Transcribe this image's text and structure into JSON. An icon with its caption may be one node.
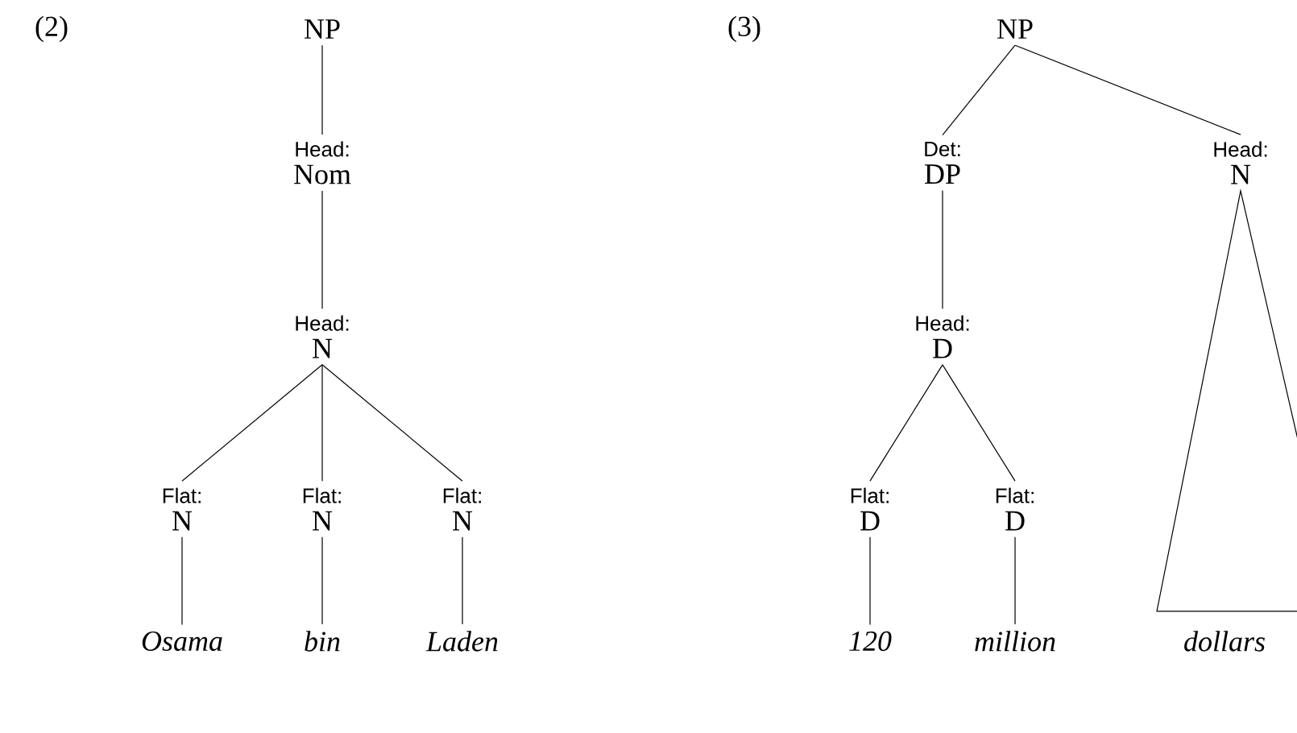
{
  "diagram": {
    "nodes": [
      {
        "text": [
          "NP"
        ]
      },
      {
        "text": [
          "Head:",
          "Nom"
        ]
      },
      {
        "text": [
          "Head:",
          "N"
        ]
      },
      {
        "text": [
          "Flat:",
          "N"
        ]
      },
      {
        "text": [
          "Flat:",
          "N"
        ]
      },
      {
        "text": [
          "Flat:",
          "N"
        ]
      },
      {
        "text": [
          "Osama"
        ]
      },
      {
        "text": [
          "bin"
        ]
      },
      {
        "text": [
          "Laden"
        ]
      },
      {
        "text": [
          "NP"
        ]
      },
      {
        "text": [
          "Det:",
          "DP"
        ]
      },
      {
        "text": [
          "Head:",
          "N"
        ]
      },
      {
        "text": [
          "Head:",
          "D"
        ]
      },
      {
        "text": [
          "Flat:",
          "D"
        ]
      },
      {
        "text": [
          "Flat:",
          "D"
        ]
      },
      {
        "text": [
          "120"
        ]
      },
      {
        "text": [
          "million"
        ]
      },
      {
        "text": [
          "dollars"
        ]
      }
    ],
    "edges": [
      {
        "from": 0,
        "to": 1,
        "arrow": "none"
      },
      {
        "from": 1,
        "to": 2,
        "arrow": "none"
      },
      {
        "from": 2,
        "to": 3,
        "arrow": "none"
      },
      {
        "from": 2,
        "to": 4,
        "arrow": "none"
      },
      {
        "from": 2,
        "to": 5,
        "arrow": "none"
      },
      {
        "from": 3,
        "to": 6,
        "arrow": "none"
      },
      {
        "from": 4,
        "to": 7,
        "arrow": "none"
      },
      {
        "from": 5,
        "to": 8,
        "arrow": "none"
      },
      {
        "from": 9,
        "to": 10,
        "arrow": "none"
      },
      {
        "from": 9,
        "to": 11,
        "arrow": "none"
      },
      {
        "from": 10,
        "to": 12,
        "arrow": "none"
      },
      {
        "from": 12,
        "to": 13,
        "arrow": "none"
      },
      {
        "from": 12,
        "to": 14,
        "arrow": "none"
      },
      {
        "from": 13,
        "to": 15,
        "arrow": "none"
      },
      {
        "from": 14,
        "to": 16,
        "arrow": "none"
      },
      {
        "from": 11,
        "to": 17,
        "arrow": "none"
      }
    ],
    "labels": [
      "(2)",
      "(3)"
    ]
  }
}
